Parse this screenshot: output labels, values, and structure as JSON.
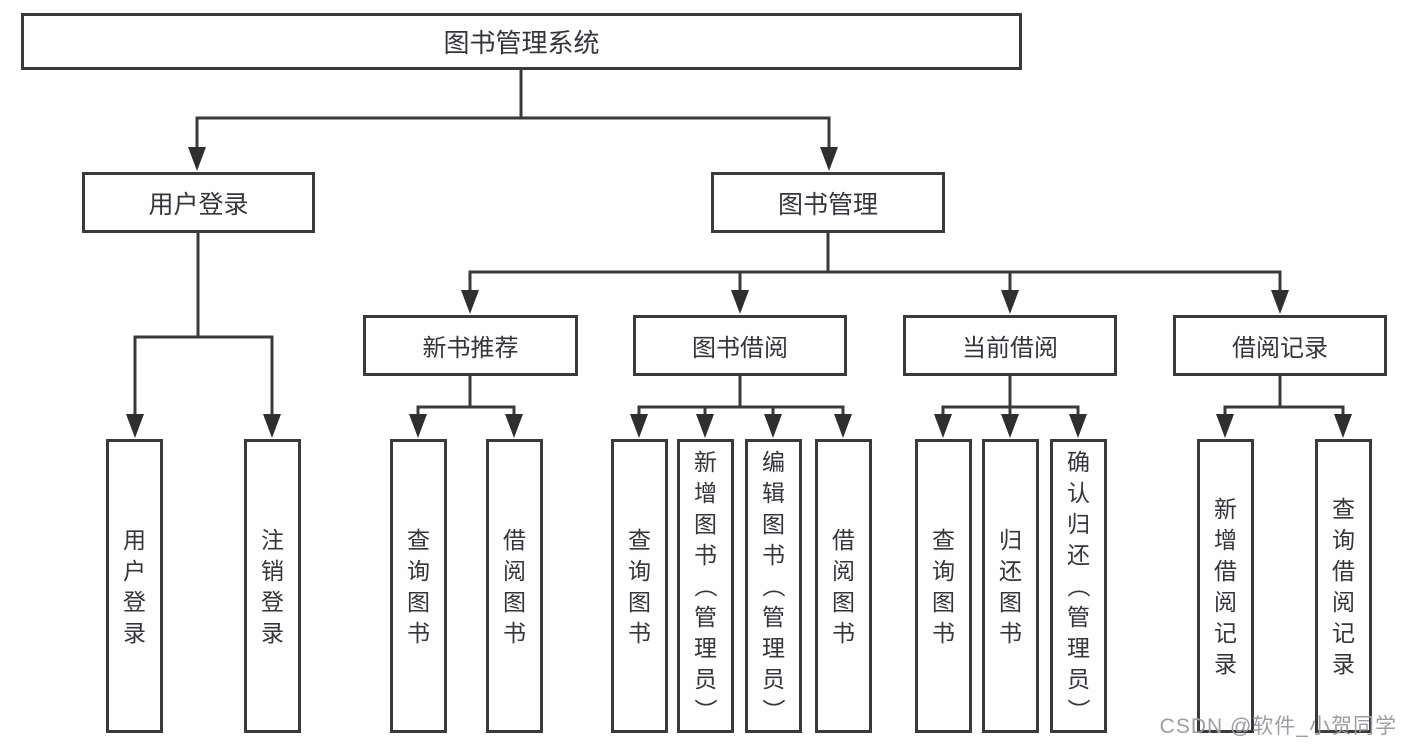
{
  "diagram": {
    "title": "图书管理系统",
    "accent_color": "#3a3a3a",
    "nodes": {
      "root": "图书管理系统",
      "userLogin": "用户登录",
      "bookManagement": "图书管理",
      "newBooks": "新书推荐",
      "bookBorrow": "图书借阅",
      "currentBorrow": "当前借阅",
      "borrowRecords": "借阅记录",
      "leafUserLogin": "用户登录",
      "leafLogout": "注销登录",
      "nbQueryBooks": "查询图书",
      "nbBorrowBooks": "借阅图书",
      "bbQueryBooks": "查询图书",
      "bbAddBooks": "新增图书（管理员）",
      "bbEditBooks": "编辑图书（管理员）",
      "bbBorrowBooks": "借阅图书",
      "cbQueryBooks": "查询图书",
      "cbReturnBooks": "归还图书",
      "cbConfirmReturn": "确认归还（管理员）",
      "brAddRecord": "新增借阅记录",
      "brQueryRecord": "查询借阅记录"
    },
    "edges": [
      [
        "图书管理系统",
        "用户登录"
      ],
      [
        "图书管理系统",
        "图书管理"
      ],
      [
        "用户登录",
        "用户登录"
      ],
      [
        "用户登录",
        "注销登录"
      ],
      [
        "图书管理",
        "新书推荐"
      ],
      [
        "图书管理",
        "图书借阅"
      ],
      [
        "图书管理",
        "当前借阅"
      ],
      [
        "图书管理",
        "借阅记录"
      ],
      [
        "新书推荐",
        "查询图书"
      ],
      [
        "新书推荐",
        "借阅图书"
      ],
      [
        "图书借阅",
        "查询图书"
      ],
      [
        "图书借阅",
        "新增图书（管理员）"
      ],
      [
        "图书借阅",
        "编辑图书（管理员）"
      ],
      [
        "图书借阅",
        "借阅图书"
      ],
      [
        "当前借阅",
        "查询图书"
      ],
      [
        "当前借阅",
        "归还图书"
      ],
      [
        "当前借阅",
        "确认归还（管理员）"
      ],
      [
        "借阅记录",
        "新增借阅记录"
      ],
      [
        "借阅记录",
        "查询借阅记录"
      ]
    ]
  },
  "watermark": "CSDN @软件_小贺同学"
}
